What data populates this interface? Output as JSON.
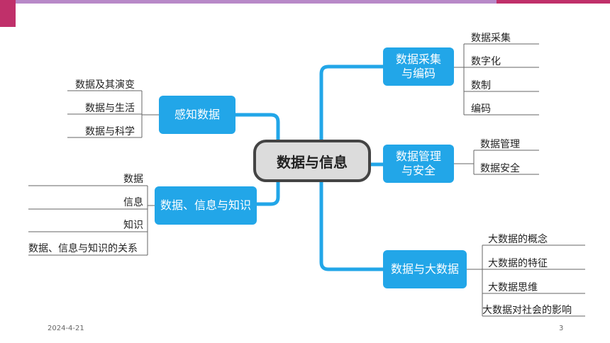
{
  "center": "数据与信息",
  "branches": {
    "collect": {
      "label": "数据采集\n与编码",
      "leaves": [
        "数据采集",
        "数字化",
        "数制",
        "编码"
      ]
    },
    "manage": {
      "label": "数据管理\n与安全",
      "leaves": [
        "数据管理",
        "数据安全"
      ]
    },
    "bigdata": {
      "label": "数据与大数据",
      "leaves": [
        "大数据的概念",
        "大数据的特征",
        "大数据思维",
        "大数据对社会的影响"
      ]
    },
    "perceive": {
      "label": "感知数据",
      "leaves": [
        "数据及其演变",
        "数据与生活",
        "数据与科学"
      ]
    },
    "dik": {
      "label": "数据、信息与知识",
      "leaves": [
        "数据",
        "信息",
        "知识",
        "数据、信息与知识的关系"
      ]
    }
  },
  "footer": {
    "date": "2024-4-21",
    "page": "3"
  },
  "colors": {
    "node": "#22a6e8",
    "line": "#22a6e8",
    "center_bg": "#dcdcdc",
    "accent": "#c0306a"
  }
}
